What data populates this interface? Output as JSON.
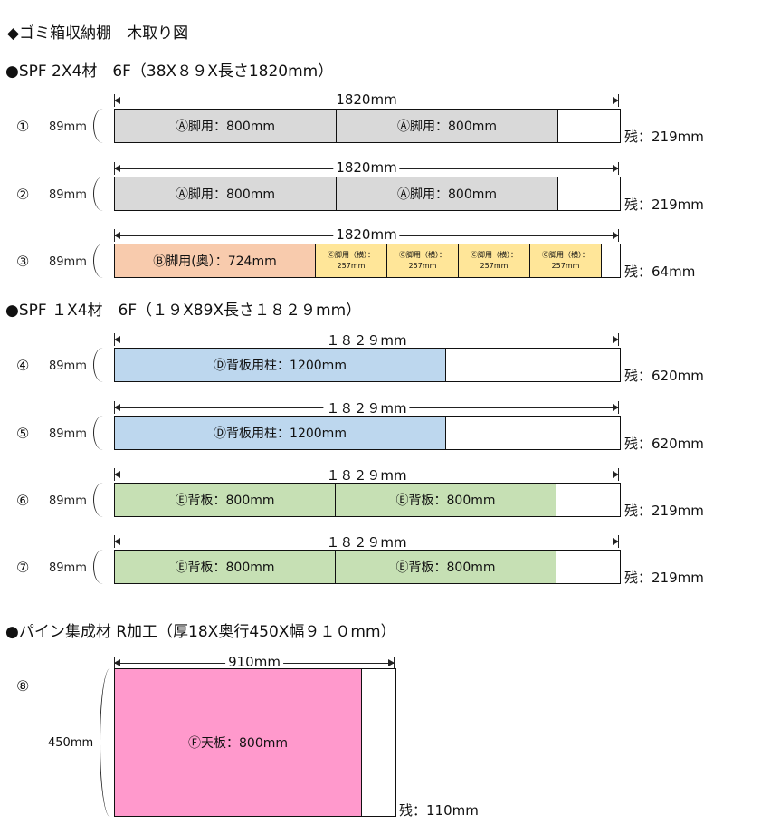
{
  "title": "◆ゴミ箱収納棚　木取り図",
  "sections": [
    "●SPF 2X4材　6F（38X８９X長さ1820mm）",
    "●SPF １X4材　6F（１９X89X長さ１８２９mm）",
    "●パイン集成材 R加工（厚18X奥行450X幅９１０mm）"
  ],
  "colors": {
    "A": "#d9d9d9",
    "B": "#f8cbad",
    "C": "#ffe699",
    "D": "#bdd7ee",
    "E": "#c6e0b4",
    "F": "#ff99cc"
  },
  "rows": [
    {
      "num": "①",
      "width": "89mm",
      "length": "1820mm",
      "rest": "残：219mm",
      "pieces": [
        {
          "label": "Ⓐ脚用：800mm",
          "color": "A",
          "mm": 800
        },
        {
          "label": "Ⓐ脚用：800mm",
          "color": "A",
          "mm": 800
        }
      ]
    },
    {
      "num": "②",
      "width": "89mm",
      "length": "1820mm",
      "rest": "残：219mm",
      "pieces": [
        {
          "label": "Ⓐ脚用：800mm",
          "color": "A",
          "mm": 800
        },
        {
          "label": "Ⓐ脚用：800mm",
          "color": "A",
          "mm": 800
        }
      ]
    },
    {
      "num": "③",
      "width": "89mm",
      "length": "1820mm",
      "rest": "残：64mm",
      "pieces": [
        {
          "label": "Ⓑ脚用(奥）：724mm",
          "color": "B",
          "mm": 724
        },
        {
          "label": "Ⓒ脚用（横）：257mm",
          "color": "C",
          "mm": 257,
          "small": true
        },
        {
          "label": "Ⓒ脚用（横）：257mm",
          "color": "C",
          "mm": 257,
          "small": true
        },
        {
          "label": "Ⓒ脚用（横）：257mm",
          "color": "C",
          "mm": 257,
          "small": true
        },
        {
          "label": "Ⓒ脚用（横）：257mm",
          "color": "C",
          "mm": 257,
          "small": true
        }
      ]
    },
    {
      "num": "④",
      "width": "89mm",
      "length": "１８２９mm",
      "rest": "残：620mm",
      "pieces": [
        {
          "label": "Ⓓ背板用柱：1200mm",
          "color": "D",
          "mm": 1200
        }
      ]
    },
    {
      "num": "⑤",
      "width": "89mm",
      "length": "１８２９mm",
      "rest": "残：620mm",
      "pieces": [
        {
          "label": "Ⓓ背板用柱：1200mm",
          "color": "D",
          "mm": 1200
        }
      ]
    },
    {
      "num": "⑥",
      "width": "89mm",
      "length": "１８２９mm",
      "rest": "残：219mm",
      "pieces": [
        {
          "label": "Ⓔ背板：800mm",
          "color": "E",
          "mm": 800
        },
        {
          "label": "Ⓔ背板：800mm",
          "color": "E",
          "mm": 800
        }
      ]
    },
    {
      "num": "⑦",
      "width": "89mm",
      "length": "１８２９mm",
      "rest": "残：219mm",
      "pieces": [
        {
          "label": "Ⓔ背板：800mm",
          "color": "E",
          "mm": 800
        },
        {
          "label": "Ⓔ背板：800mm",
          "color": "E",
          "mm": 800
        }
      ]
    }
  ],
  "panel": {
    "num": "⑧",
    "height": "450mm",
    "length": "910mm",
    "rest": "残：110mm",
    "piece": {
      "label": "Ⓕ天板：800mm",
      "color": "F",
      "mm": 800
    }
  }
}
